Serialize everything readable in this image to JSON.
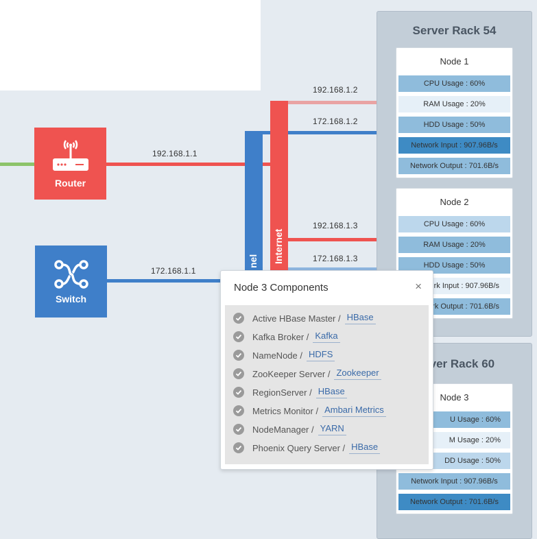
{
  "devices": {
    "router": {
      "label": "Router",
      "icon": "router-icon",
      "color": "#ef5350"
    },
    "switch": {
      "label": "Switch",
      "icon": "switch-icon",
      "color": "#3f7fc9"
    }
  },
  "links": {
    "router_ip": "192.168.1.1",
    "switch_ip": "172.168.1.1",
    "node1_internet_ip": "192.168.1.2",
    "node1_internal_ip": "172.168.1.2",
    "node2_internet_ip": "192.168.1.3",
    "node2_internal_ip": "172.168.1.3"
  },
  "buses": {
    "internet_label": "Internet",
    "internal_label_visible": "nel"
  },
  "racks": [
    {
      "title": "Server Rack 54",
      "nodes": [
        {
          "title": "Node 1",
          "metrics": [
            "CPU Usage : 60%",
            "RAM Usage : 20%",
            "HDD Usage : 50%",
            "Network Input : 907.96B/s",
            "Network Output : 701.6B/s"
          ]
        },
        {
          "title": "Node 2",
          "metrics": [
            "CPU Usage : 60%",
            "RAM Usage : 20%",
            "HDD Usage : 50%",
            "rk Input : 907.96B/s",
            "rk Output : 701.6B/s"
          ]
        }
      ]
    },
    {
      "title_visible": "rver Rack 60",
      "nodes": [
        {
          "title": "Node 3",
          "metrics": [
            "U Usage : 60%",
            "M Usage : 20%",
            "DD Usage : 50%",
            "Network Input : 907.96B/s",
            "Network Output : 701.6B/s"
          ]
        }
      ]
    }
  ],
  "popup": {
    "title": "Node 3 Components",
    "close": "×",
    "components": [
      {
        "name": "Active HBase Master /",
        "service": "HBase"
      },
      {
        "name": "Kafka Broker /",
        "service": "Kafka"
      },
      {
        "name": "NameNode /",
        "service": "HDFS"
      },
      {
        "name": "ZooKeeper Server /",
        "service": "Zookeeper"
      },
      {
        "name": "RegionServer /",
        "service": "HBase"
      },
      {
        "name": "Metrics Monitor /",
        "service": "Ambari Metrics"
      },
      {
        "name": "NodeManager /",
        "service": "YARN"
      },
      {
        "name": "Phoenix Query Server /",
        "service": "HBase"
      }
    ]
  },
  "colors": {
    "internet": "#ef5350",
    "internet_light": "#e9a3a3",
    "internal": "#3f7fc9",
    "uplink": "#8cc36a",
    "background": "#e5ebf1"
  }
}
